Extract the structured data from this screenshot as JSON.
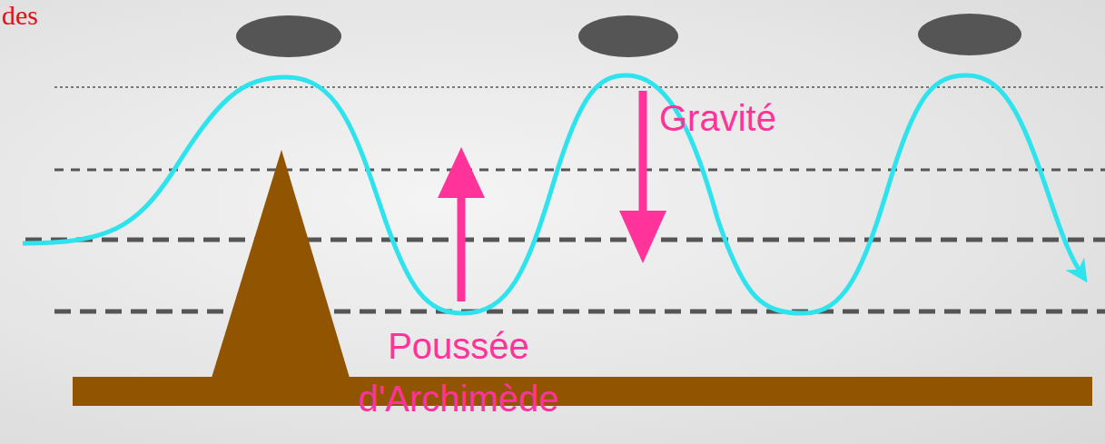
{
  "diagram": {
    "labels": [
      "des",
      "Gravité",
      "Poussée d'Archimède"
    ]
  }
}
